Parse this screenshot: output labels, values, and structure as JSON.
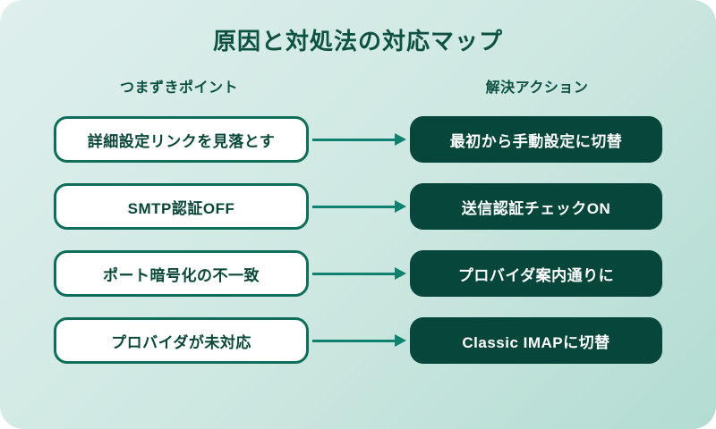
{
  "title": "原因と対処法の対応マップ",
  "columns": {
    "left_header": "つまずきポイント",
    "right_header": "解決アクション"
  },
  "rows": [
    {
      "problem": "詳細設定リンクを見落とす",
      "action": "最初から手動設定に切替"
    },
    {
      "problem": "SMTP認証OFF",
      "action": "送信認証チェックON"
    },
    {
      "problem": "ポート暗号化の不一致",
      "action": "プロバイダ案内通りに"
    },
    {
      "problem": "プロバイダが未対応",
      "action": "Classic IMAPに切替"
    }
  ],
  "colors": {
    "card_gradient_start": "#deefed",
    "card_gradient_end": "#b2dcd2",
    "heading_text": "#0d5143",
    "problem_box_border": "#0e6e5a",
    "problem_box_text": "#0a4739",
    "action_box_fill": "#07463a",
    "action_box_text": "#ffffff",
    "arrow": "#0e8170"
  }
}
